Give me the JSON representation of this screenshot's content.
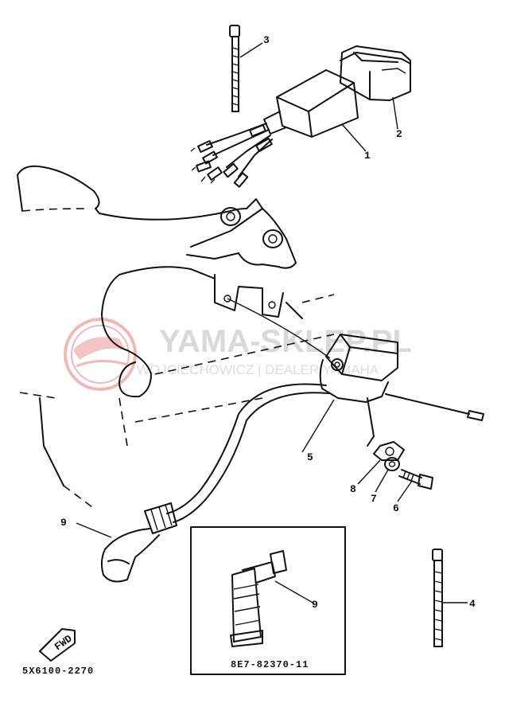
{
  "diagram": {
    "callouts": {
      "c1": "1",
      "c2": "2",
      "c3": "3",
      "c4": "4",
      "c5": "5",
      "c6": "6",
      "c7": "7",
      "c8": "8",
      "c9": "9",
      "c9_inset": "9"
    },
    "inset_part_code": "8E7-82370-11",
    "diagram_code": "5X6100-2270",
    "fwd_arrow_label": "FWD"
  },
  "watermark": {
    "title": "YAMA-SKLEP.PL",
    "subtitle": "WOJCIECHOWICZ | DEALER YAMAHA",
    "color": "#d9d9d9",
    "logo_color": "#f2b8b8"
  }
}
